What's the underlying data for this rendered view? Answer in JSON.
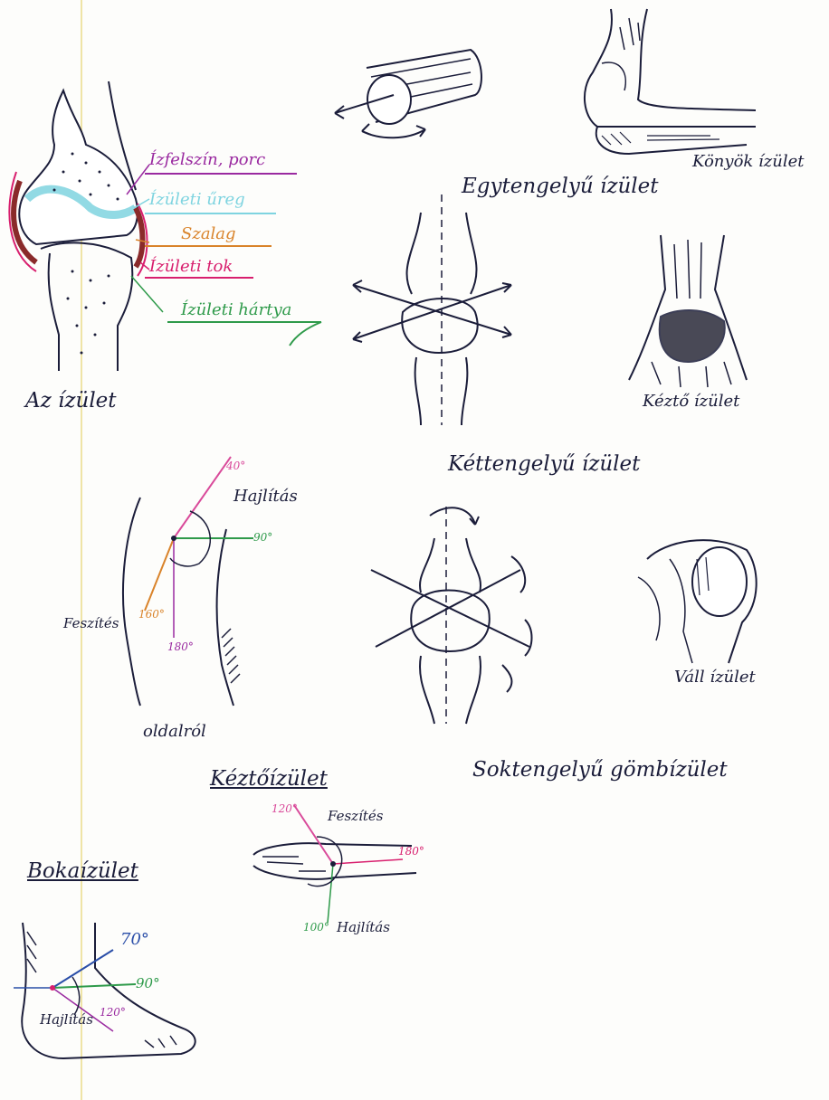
{
  "colors": {
    "ink": "#1b1d3a",
    "purple": "#9a2aa0",
    "cyan": "#7fd4e0",
    "orange": "#d9832a",
    "magenta": "#d81f6e",
    "green": "#2e9a4a",
    "blue": "#2a4ea8",
    "pink": "#d94a9a",
    "bone_fill": "#ffffff",
    "capsule_red": "#8a2a2a"
  },
  "knee_diagram": {
    "caption": "Az ízület",
    "labels": {
      "surface": "Ízfelszín, porc",
      "cavity": "Ízületi űreg",
      "ligament": "Szalag",
      "capsule": "Ízületi tok",
      "membrane": "Ízületi hártya"
    }
  },
  "hinge_axis": {
    "caption": "Egytengelyű ízület",
    "elbow": "Könyök ízület"
  },
  "two_axis": {
    "caption": "Kéttengelyű ízület",
    "wrist": "Kéztő ízület"
  },
  "knee_motion": {
    "flexion": "Hajlítás",
    "extension": "Feszítés",
    "side": "oldalról",
    "deg_40": "40°",
    "deg_90": "90°",
    "deg_160": "160°",
    "deg_180": "180°"
  },
  "ball_joint": {
    "caption": "Soktengelyű gömbízület",
    "shoulder": "Váll ízület"
  },
  "wrist_motion": {
    "title": "Kéztőízület",
    "extension": "Feszítés",
    "flexion": "Hajlítás",
    "deg_120": "120°",
    "deg_180": "180°",
    "deg_100": "100°"
  },
  "ankle_motion": {
    "title": "Bokaízület",
    "flexion": "Hajlítás",
    "deg_70": "70°",
    "deg_90": "90°",
    "deg_120": "120°"
  }
}
